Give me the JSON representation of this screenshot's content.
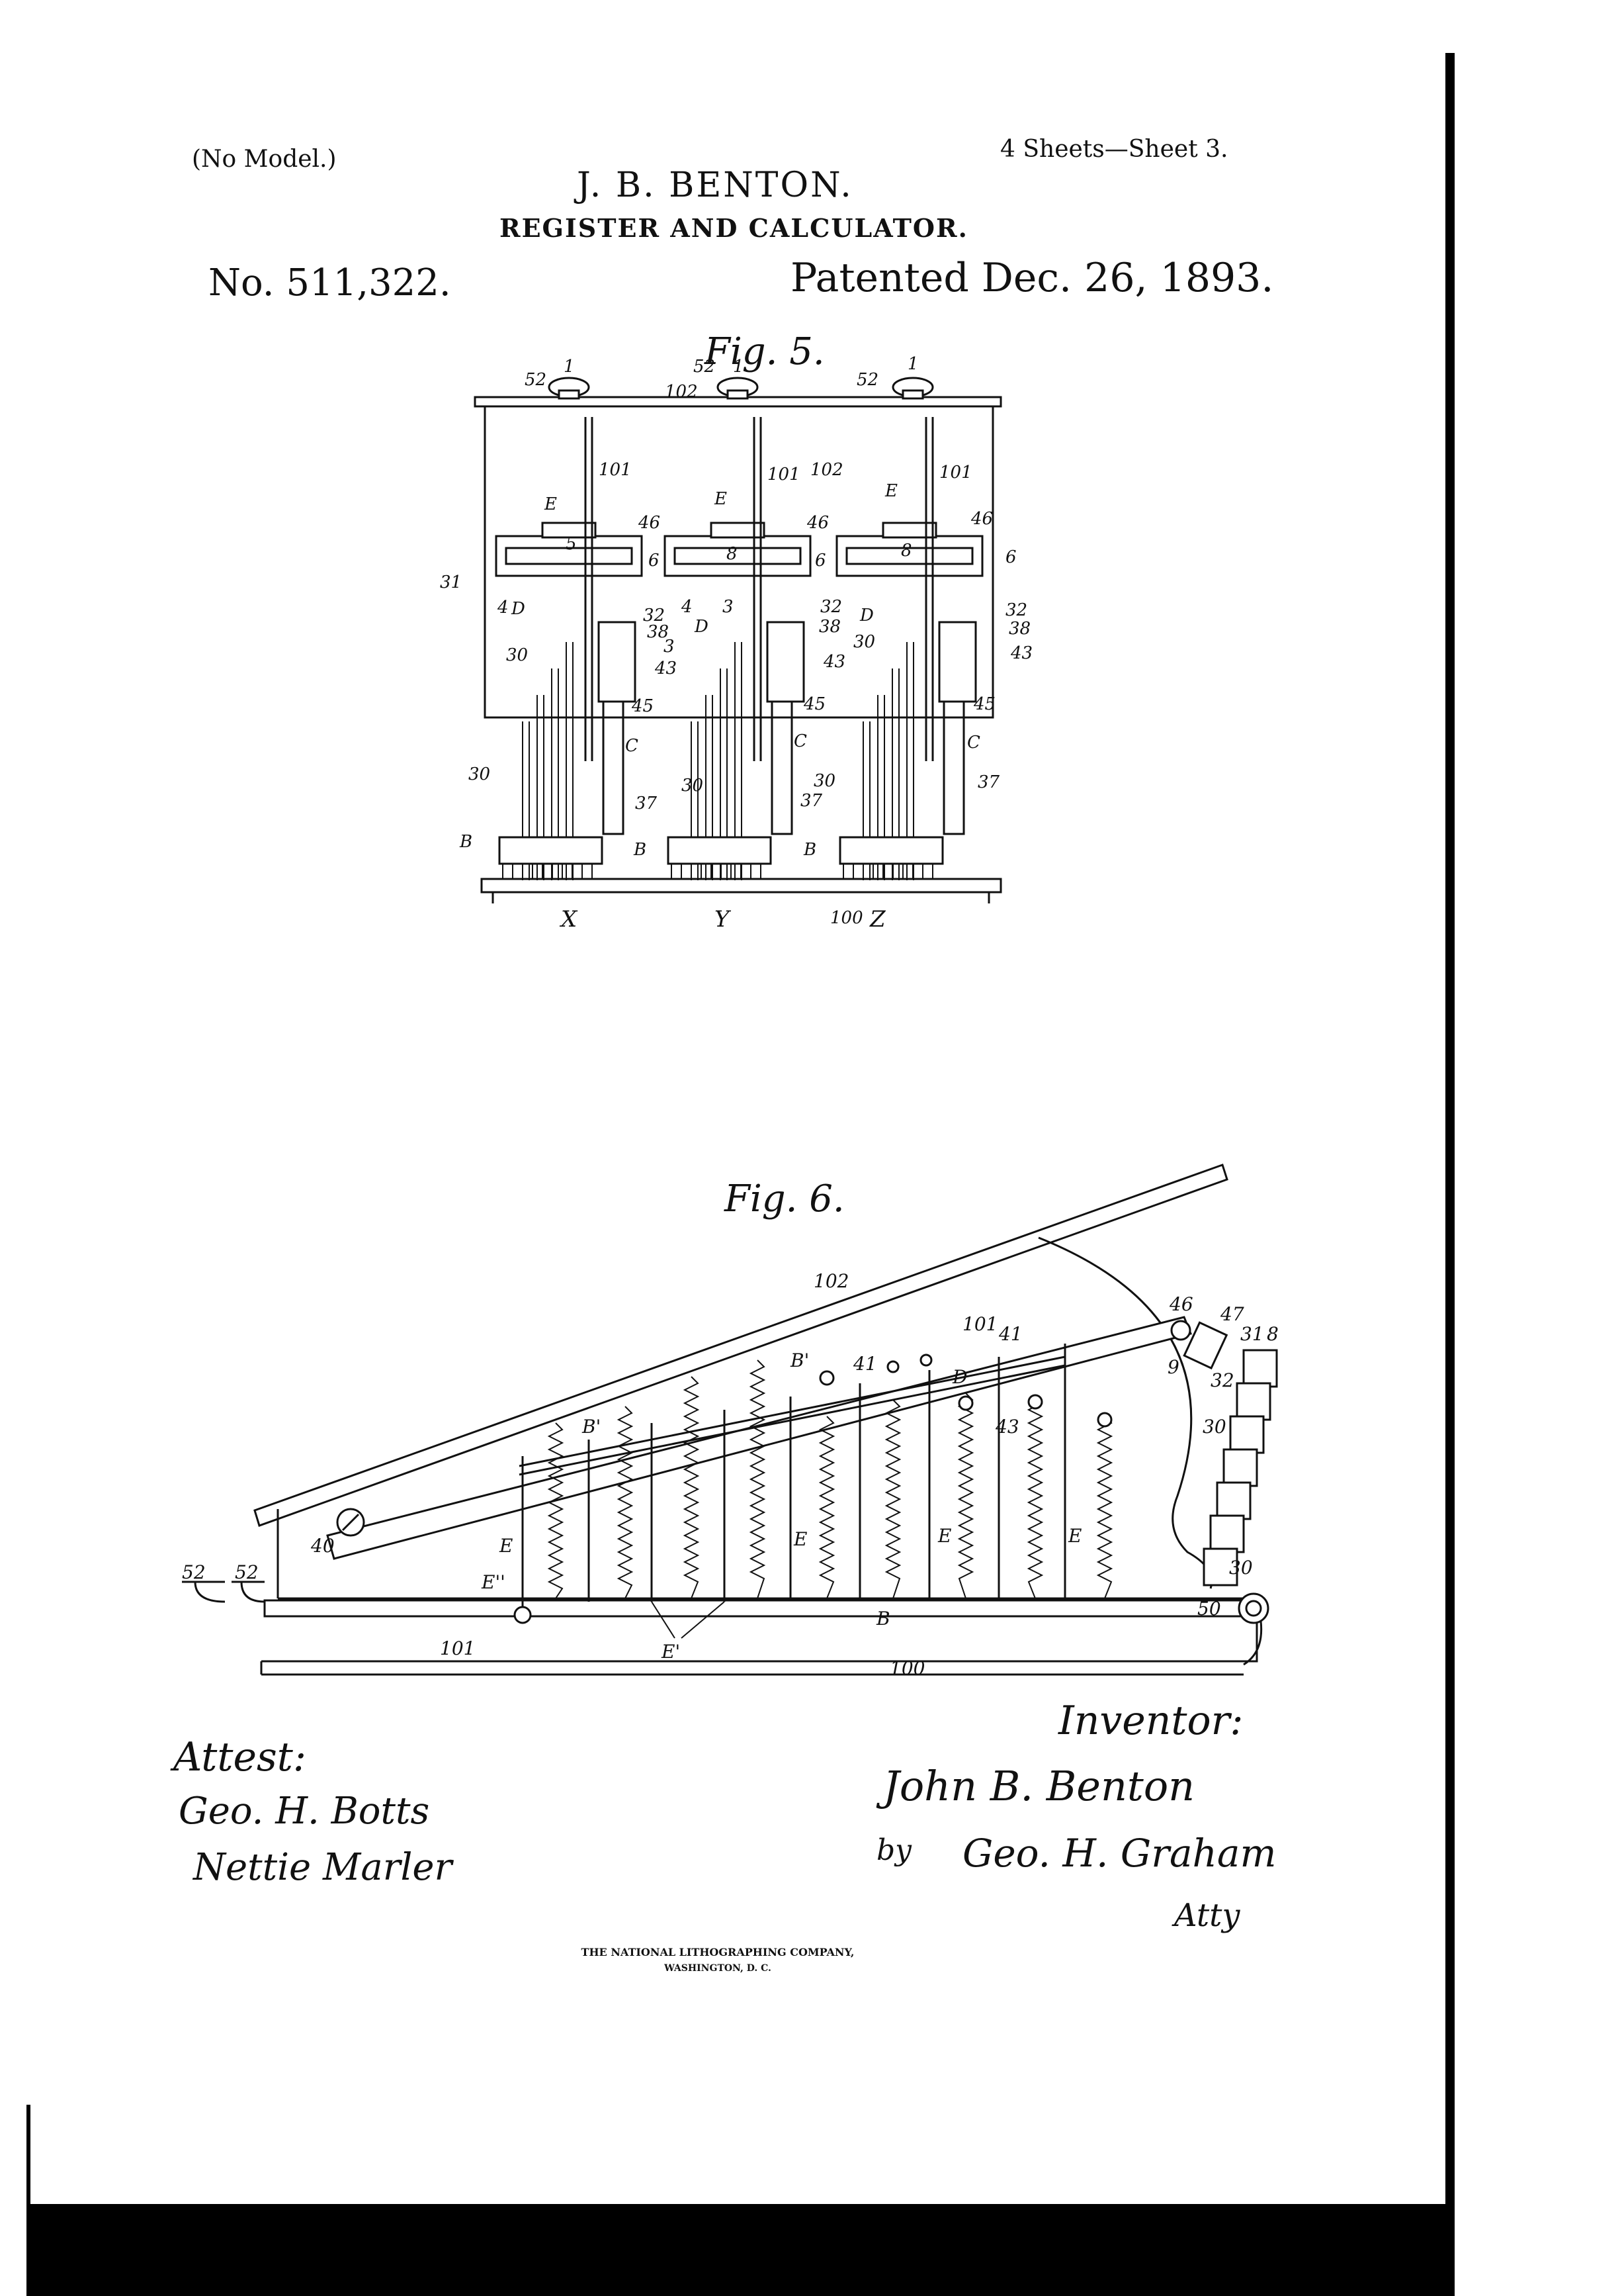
{
  "header": {
    "model_note": "(No Model.)",
    "sheets": "4 Sheets—Sheet 3.",
    "inventor_name": "J. B. BENTON.",
    "title": "REGISTER AND CALCULATOR.",
    "patent_number": "No. 511,322.",
    "patent_date": "Patented Dec. 26, 1893."
  },
  "fig5": {
    "caption": "Fig. 5.",
    "labels": {
      "l52": "52",
      "l1": "1",
      "l102": "102",
      "l101": "101",
      "lE": "E",
      "l46": "46",
      "l31": "31",
      "l6": "6",
      "l5": "5",
      "l8": "8",
      "l4": "4",
      "lD": "D",
      "l32": "32",
      "l38": "38",
      "l3": "3",
      "l30": "30",
      "l43": "43",
      "l45": "45",
      "lC": "C",
      "l37": "37",
      "lB": "B",
      "lX": "X",
      "lY": "Y",
      "lZ": "Z",
      "l100": "100"
    }
  },
  "fig6": {
    "caption": "Fig. 6.",
    "labels": {
      "l102": "102",
      "l101": "101",
      "l41": "41",
      "l46": "46",
      "l47": "47",
      "l31": "31",
      "l8": "8",
      "l9": "9",
      "l32": "32",
      "l30": "30",
      "lBp": "B'",
      "lD": "D",
      "l43": "43",
      "lE": "E",
      "lEpp": "E''",
      "lEp": "E'",
      "l40": "40",
      "l52": "52",
      "lB": "B",
      "l50": "50",
      "l100": "100"
    }
  },
  "signatures": {
    "attest_label": "Attest:",
    "witness1": "Geo. H. Botts",
    "witness2": "Nettie Marler",
    "inventor_label": "Inventor:",
    "inventor": "John B. Benton",
    "by": "by",
    "attorney": "Geo. H. Graham",
    "atty": "Atty"
  },
  "footer": {
    "printer": "THE NATIONAL LITHOGRAPHING COMPANY,",
    "city": "WASHINGTON, D. C."
  },
  "colors": {
    "ink": "#111111",
    "paper": "#ffffff",
    "border": "#000000"
  }
}
